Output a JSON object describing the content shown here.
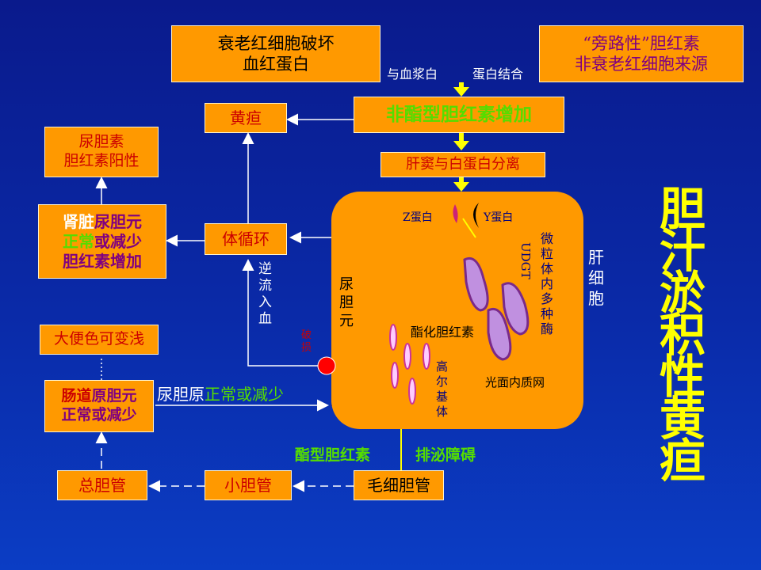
{
  "top_left_box": {
    "line1": "衰老红细胞破坏",
    "line2": "血红蛋白"
  },
  "top_right_box": {
    "line1": "“旁路性”胆红素",
    "line2": "非衰老红细胞来源"
  },
  "binding": {
    "left": "与血浆白",
    "right": "蛋白结合"
  },
  "unconjugated_box": "非酯型胆红素增加",
  "separation_box": "肝窦与白蛋白分离",
  "jaundice_box": "黄疸",
  "urine_bili_box": {
    "line1": "尿胆素",
    "line2": "胆红素阳性"
  },
  "kidney_box": {
    "line1_a": "肾脏",
    "line1_b": "尿胆元",
    "line2_a": "正常",
    "line2_b": "或减少",
    "line3": "胆红素增加"
  },
  "circulation_box": "体循环",
  "reflux_label": [
    "逆",
    "流",
    "入",
    "血"
  ],
  "stool_box": "大便色可变浅",
  "intestine_box": {
    "line1_a": "肠道",
    "line1_b": "原胆元",
    "line2": "正常或减少"
  },
  "urobilinogen_label": {
    "a": "尿胆原",
    "b": "正常或减少"
  },
  "liver_cell": {
    "title": [
      "肝",
      "细",
      "胞"
    ],
    "z_protein": "Z蛋白",
    "y_protein": "Y蛋白",
    "microsome": [
      "微",
      "粒",
      "体",
      "内",
      "多",
      "种",
      "酶"
    ],
    "udpgt": "UDGT",
    "urobilinogen_vertical": [
      "尿",
      "胆",
      "元"
    ],
    "conjugated": "酯化胆红素",
    "golgi": [
      "高",
      "尔",
      "基",
      "体"
    ],
    "ser": "光面内质网",
    "damage": [
      "破",
      "损"
    ]
  },
  "conjugated_label": "酯型胆红素",
  "obstruction_label": "排泌障碍",
  "bile_duct_boxes": {
    "total": "总胆管",
    "small": "小胆管",
    "capillary": "毛细胆管"
  },
  "title_vertical": [
    "胆",
    "汁",
    "淤",
    "积",
    "性",
    "黄",
    "疸"
  ],
  "colors": {
    "box_fill": "#ff9900",
    "title_yellow": "#ffff00",
    "green_text": "#55dd00",
    "red_text": "#cc0000",
    "blue_text": "#1a1acc"
  }
}
